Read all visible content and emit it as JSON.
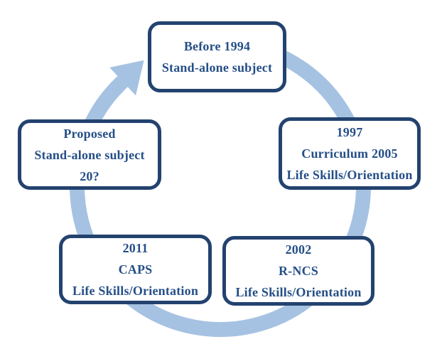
{
  "diagram": {
    "type": "cycle",
    "direction": "clockwise",
    "colors": {
      "ring": "#a6c2e2",
      "box_border": "#23426f",
      "text": "#254f87",
      "background": "#ffffff"
    },
    "nodes": [
      {
        "id": "before-1994",
        "position": "top",
        "lines": [
          "Before 1994",
          "Stand-alone subject"
        ]
      },
      {
        "id": "1997",
        "position": "right",
        "lines": [
          "1997",
          "Curriculum 2005",
          "Life Skills/Orientation"
        ]
      },
      {
        "id": "2002",
        "position": "bottom-right",
        "lines": [
          "2002",
          "R-NCS",
          "Life Skills/Orientation"
        ]
      },
      {
        "id": "2011",
        "position": "bottom-left",
        "lines": [
          "2011",
          "CAPS",
          "Life Skills/Orientation"
        ]
      },
      {
        "id": "proposed",
        "position": "left",
        "lines": [
          "Proposed",
          "Stand-alone subject",
          "20?"
        ]
      }
    ]
  }
}
